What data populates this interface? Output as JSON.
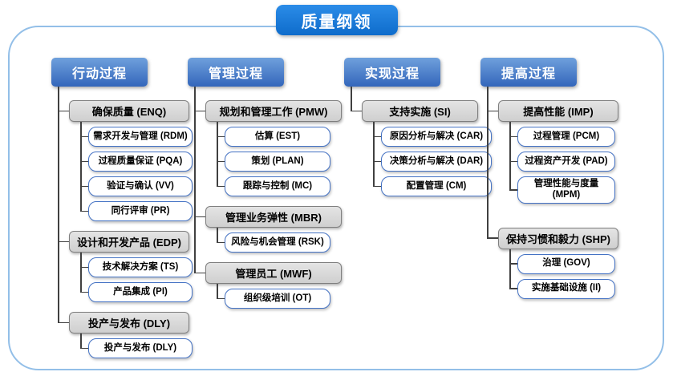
{
  "title": "质量纲领",
  "diagram": {
    "columns": [
      {
        "header": "行动过程",
        "groups": [
          {
            "label": "确保质量 (ENQ)",
            "children": [
              "需求开发与管理 (RDM)",
              "过程质量保证 (PQA)",
              "验证与确认 (VV)",
              "同行评审 (PR)"
            ]
          },
          {
            "label": "设计和开发产品 (EDP)",
            "children": [
              "技术解决方案 (TS)",
              "产品集成 (PI)"
            ]
          },
          {
            "label": "投产与发布 (DLY)",
            "children": [
              "投产与发布 (DLY)"
            ]
          }
        ]
      },
      {
        "header": "管理过程",
        "groups": [
          {
            "label": "规划和管理工作 (PMW)",
            "children": [
              "估算 (EST)",
              "策划 (PLAN)",
              "跟踪与控制 (MC)"
            ]
          },
          {
            "label": "管理业务弹性 (MBR)",
            "children": [
              "风险与机会管理 (RSK)"
            ]
          },
          {
            "label": "管理员工 (MWF)",
            "children": [
              "组织级培训 (OT)"
            ]
          }
        ]
      },
      {
        "header": "实现过程",
        "groups": [
          {
            "label": "支持实施 (SI)",
            "children": [
              "原因分析与解决 (CAR)",
              "决策分析与解决 (DAR)",
              "配置管理 (CM)"
            ]
          }
        ]
      },
      {
        "header": "提高过程",
        "groups": [
          {
            "label": "提高性能 (IMP)",
            "children": [
              "过程管理 (PCM)",
              "过程资产开发 (PAD)",
              "管理性能与度量 (MPM)"
            ]
          },
          {
            "label": "保持习惯和毅力 (SHP)",
            "children": [
              "治理 (GOV)",
              "实施基础设施 (II)"
            ]
          }
        ]
      }
    ]
  },
  "colors": {
    "title_blue": "#0E6CCB",
    "header_blue": "#3366BB",
    "group_gray": "#D9D9D9",
    "child_border_blue": "#4472C4",
    "connector": "#404040",
    "frame_border": "#93BFE8"
  }
}
